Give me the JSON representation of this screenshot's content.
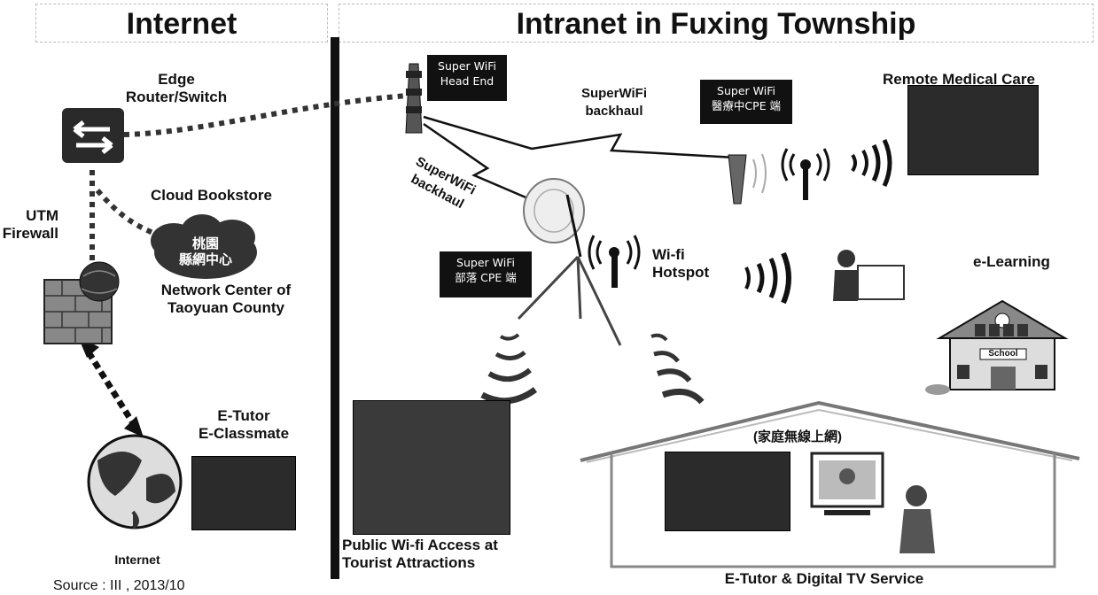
{
  "header": {
    "left_title": "Internet",
    "right_title": "Intranet in Fuxing Township"
  },
  "left": {
    "edge_router_label": "Edge\nRouter/Switch",
    "utm_firewall_label": "UTM\nFirewall",
    "cloud_bookstore_label": "Cloud Bookstore",
    "cloud_text": "桃園\n縣網中心",
    "network_center_label": "Network Center of\nTaoyuan County",
    "etutor_label": "E-Tutor\nE-Classmate",
    "internet_globe_label": "Internet",
    "source_note": "Source : III , 2013/10"
  },
  "right": {
    "head_end_box": "Super WiFi\nHead End",
    "backhaul_label_top": "SuperWiFi\nbackhaul",
    "backhaul_label_left": "SuperWiFi\nbackhaul",
    "cpe_box_top": "Super WiFi\n醫療中CPE 端",
    "cpe_box_left": "Super WiFi\n部落 CPE 端",
    "remote_medical_label": "Remote Medical Care",
    "wifi_hotspot_label": "Wi-fi\nHotspot",
    "elearning_label": "e-Learning",
    "school_sign": "School",
    "home_label": "(家庭無線上網)",
    "public_wifi_label": "Public Wi-fi Access at\nTourist Attractions",
    "etutor_tv_label": "E-Tutor & Digital TV Service"
  },
  "colors": {
    "ink": "#111111",
    "accent_box": "#111111",
    "photo_dark": "#2b2b2b"
  }
}
